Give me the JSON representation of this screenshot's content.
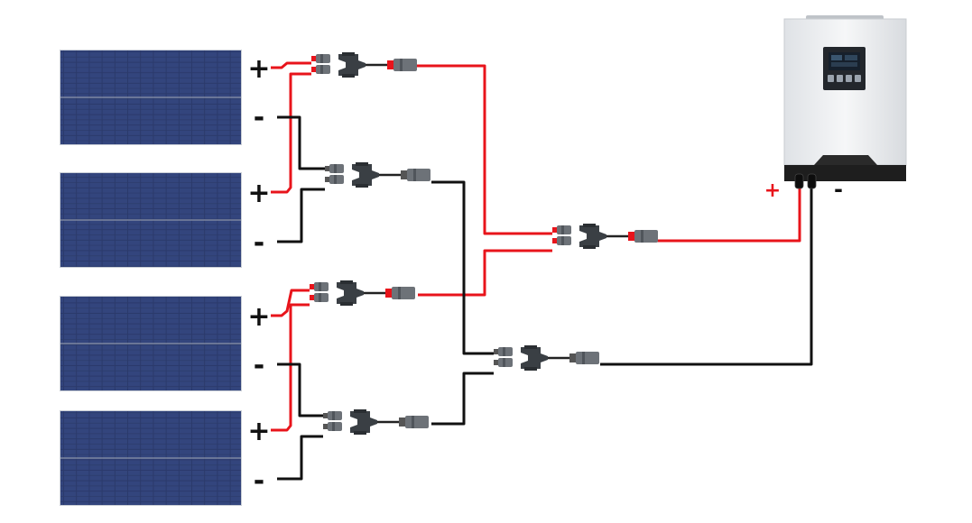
{
  "colors": {
    "positive_wire": "#e8141b",
    "negative_wire": "#111111",
    "panel_cell": "#2b3a6b",
    "panel_frame": "#c9ced6",
    "inverter_body": "#eef0f2",
    "inverter_base": "#1e1e1e",
    "connector_body": "#3a3f44",
    "connector_cap": "#6d7278",
    "positive_label": "#e8141b",
    "negative_label": "#111111"
  },
  "panels": [
    {
      "plus_label": "+",
      "minus_label": "-"
    },
    {
      "plus_label": "+",
      "minus_label": "-"
    },
    {
      "plus_label": "+",
      "minus_label": "-"
    },
    {
      "plus_label": "+",
      "minus_label": "-"
    }
  ],
  "inverter": {
    "plus_label": "+",
    "minus_label": "-",
    "icons": [
      "lcd-display-icon",
      "control-buttons-icon",
      "dc-input-terminals-icon"
    ]
  },
  "branch_connectors": [
    {
      "polarity": "positive",
      "icon": "y-branch-connector-icon"
    },
    {
      "polarity": "negative",
      "icon": "y-branch-connector-icon"
    },
    {
      "polarity": "positive",
      "icon": "y-branch-connector-icon"
    },
    {
      "polarity": "negative",
      "icon": "y-branch-connector-icon"
    },
    {
      "polarity": "positive",
      "icon": "y-branch-connector-icon"
    },
    {
      "polarity": "negative",
      "icon": "y-branch-connector-icon"
    }
  ]
}
